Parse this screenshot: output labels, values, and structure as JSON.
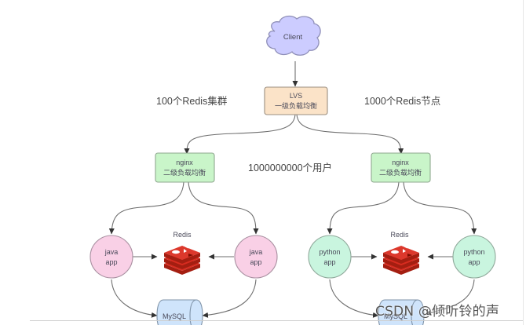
{
  "diagram": {
    "nodes": {
      "client": {
        "label": "Client",
        "shape": "cloud",
        "fill": "#ccccff",
        "stroke": "#8f8fb8"
      },
      "lvs": {
        "line1": "LVS",
        "line2": "一级负载均衡",
        "shape": "rounded-rect",
        "fill": "#fbe3c8",
        "stroke": "#9b8f80"
      },
      "nginx_left": {
        "line1": "nginx",
        "line2": "二级负载均衡",
        "shape": "rounded-rect",
        "fill": "#c9f5c9",
        "stroke": "#8fa88f"
      },
      "nginx_right": {
        "line1": "nginx",
        "line2": "二级负载均衡",
        "shape": "rounded-rect",
        "fill": "#c9f5c9",
        "stroke": "#8fa88f"
      },
      "java_app_1": {
        "line1": "java",
        "line2": "app",
        "shape": "circle",
        "fill": "#f9d0e6",
        "stroke": "#a88fa0"
      },
      "java_app_2": {
        "line1": "java",
        "line2": "app",
        "shape": "circle",
        "fill": "#f9d0e6",
        "stroke": "#a88fa0"
      },
      "python_app_1": {
        "line1": "python",
        "line2": "app",
        "shape": "circle",
        "fill": "#c9f5df",
        "stroke": "#8fa89a"
      },
      "python_app_2": {
        "line1": "python",
        "line2": "app",
        "shape": "circle",
        "fill": "#c9f5df",
        "stroke": "#8fa89a"
      },
      "redis_left": {
        "label": "Redis",
        "icon": "redis-logo-icon",
        "color": "#d82c20"
      },
      "redis_right": {
        "label": "Redis",
        "icon": "redis-logo-icon",
        "color": "#d82c20"
      },
      "mysql_left": {
        "label": "MySQL",
        "shape": "cylinder",
        "fill": "#cfe4fb",
        "stroke": "#7f93a8"
      },
      "mysql_right": {
        "label": "MySQL",
        "shape": "cylinder",
        "fill": "#cfe4fb",
        "stroke": "#7f93a8"
      }
    },
    "edges": [
      {
        "from": "client",
        "to": "lvs"
      },
      {
        "from": "lvs",
        "to": "nginx_left"
      },
      {
        "from": "lvs",
        "to": "nginx_right"
      },
      {
        "from": "nginx_left",
        "to": "java_app_1"
      },
      {
        "from": "nginx_left",
        "to": "java_app_2"
      },
      {
        "from": "nginx_right",
        "to": "python_app_1"
      },
      {
        "from": "nginx_right",
        "to": "python_app_2"
      },
      {
        "from": "java_app_1",
        "to": "redis_left"
      },
      {
        "from": "java_app_2",
        "to": "redis_left"
      },
      {
        "from": "python_app_1",
        "to": "redis_right"
      },
      {
        "from": "python_app_2",
        "to": "redis_right"
      },
      {
        "from": "java_app_1",
        "to": "mysql_left"
      },
      {
        "from": "java_app_2",
        "to": "mysql_left"
      },
      {
        "from": "python_app_1",
        "to": "mysql_right"
      },
      {
        "from": "python_app_2",
        "to": "mysql_right"
      }
    ],
    "annotations": {
      "cluster_count": "100个Redis集群",
      "node_count": "1000个Redis节点",
      "user_count": "1000000000个用户"
    },
    "edge_color": "#6e6e6e"
  },
  "watermark": "CSDN @倾听铃的声"
}
